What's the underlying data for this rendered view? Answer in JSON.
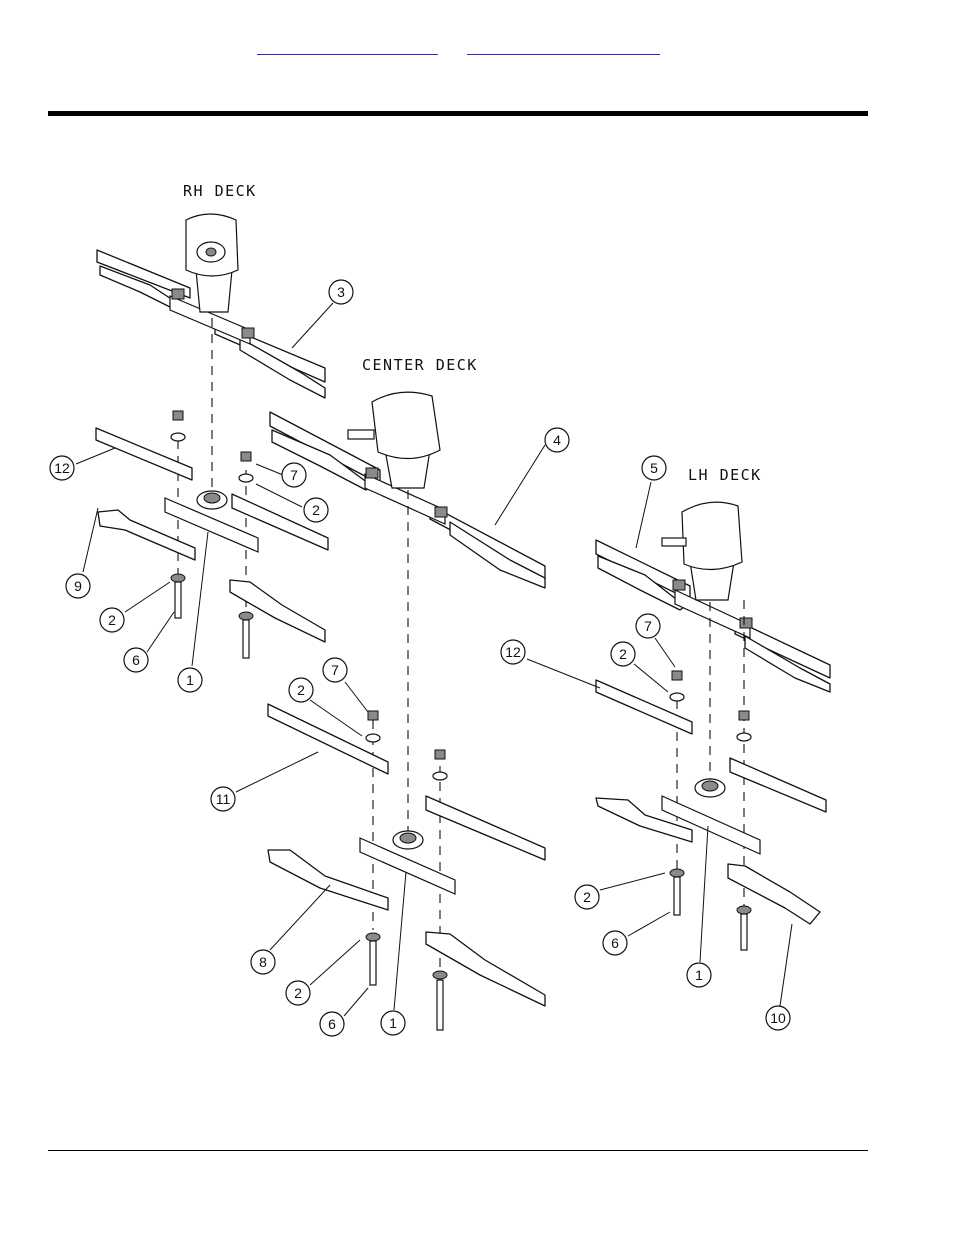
{
  "header": {
    "links": [
      {
        "text": ""
      },
      {
        "text": ""
      }
    ]
  },
  "diagram": {
    "deck_labels": {
      "rh": "RH DECK",
      "center": "CENTER DECK",
      "lh": "LH DECK"
    },
    "callouts": [
      "3",
      "4",
      "5",
      "12",
      "7",
      "2",
      "9",
      "2",
      "6",
      "1",
      "7",
      "2",
      "11",
      "12",
      "2",
      "7",
      "8",
      "2",
      "6",
      "1",
      "2",
      "6",
      "1",
      "10"
    ]
  }
}
